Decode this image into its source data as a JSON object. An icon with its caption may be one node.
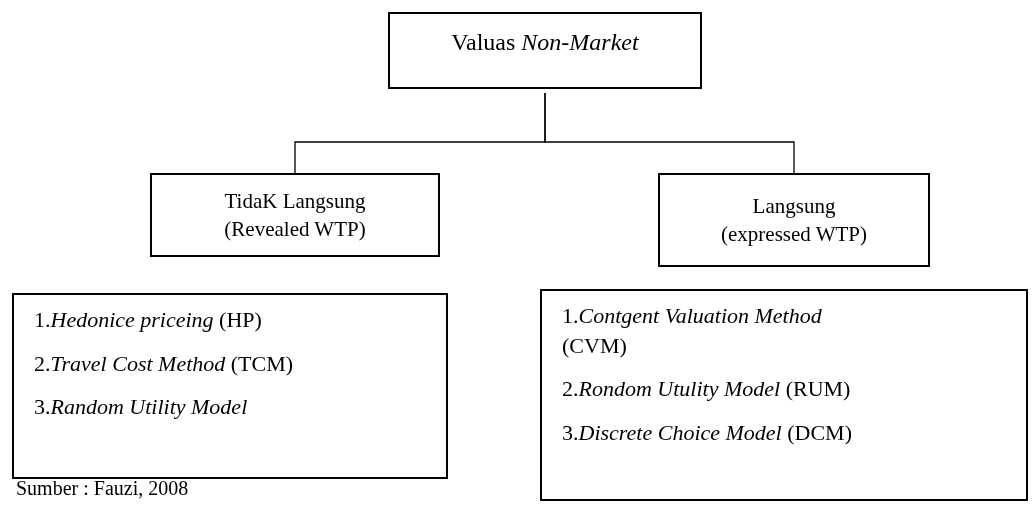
{
  "diagram": {
    "nodes": [
      {
        "text": [
          "Valuas *Non-Market*"
        ]
      },
      {
        "text": [
          "TidaK Langsung (Revealed WTP)"
        ]
      },
      {
        "text": [
          "Langsung (expressed WTP)"
        ]
      },
      {
        "text": [
          "1.*Hedonice priceing* (HP)",
          "2.*Travel Cost Method* (TCM)",
          "3.*Random Utility Model*"
        ]
      },
      {
        "text": [
          "1.*Contgent Valuation Method* (CVM)",
          "2.*Rondom Utulity Model* (RUM)",
          "3.*Discrete Choice Model* (DCM)"
        ]
      }
    ],
    "edges": [
      {
        "from": 0,
        "to": 1,
        "arrow": "none"
      },
      {
        "from": 0,
        "to": 2,
        "arrow": "none"
      }
    ],
    "labels": [
      "Sumber : Fauzi, 2008"
    ]
  }
}
